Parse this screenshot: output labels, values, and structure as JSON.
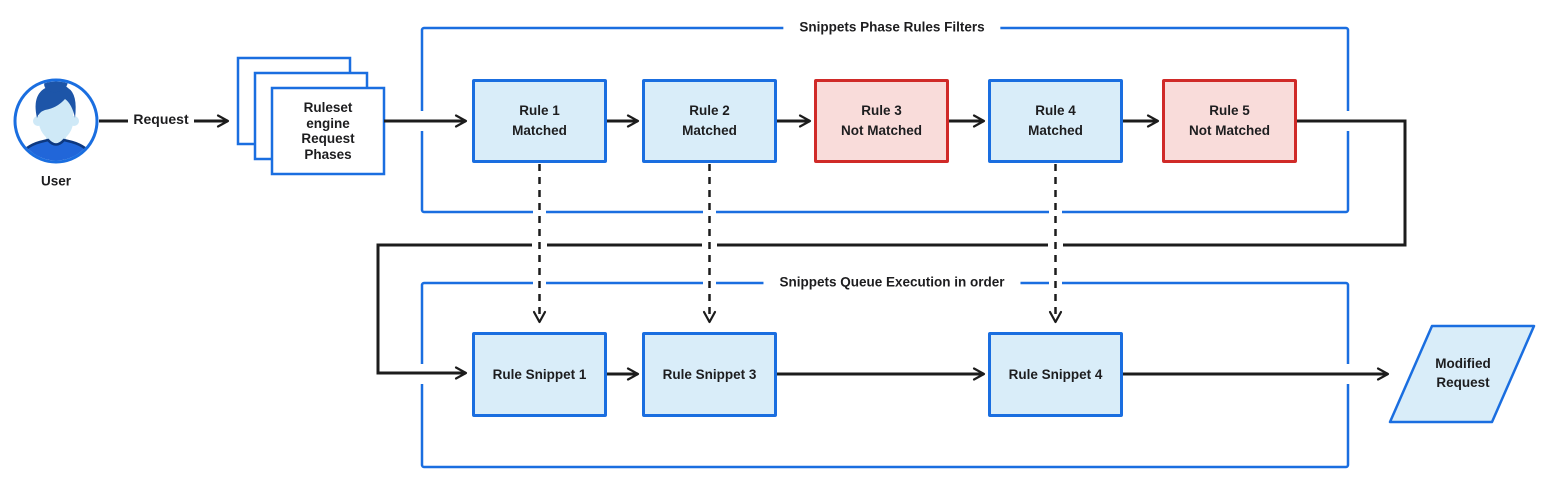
{
  "diagram": {
    "user": {
      "label": "User"
    },
    "request": {
      "label": "Request"
    },
    "ruleset": {
      "label": "Ruleset\nengine\nRequest\nPhases"
    },
    "filters_container": {
      "title": "Snippets Phase Rules Filters"
    },
    "queue_container": {
      "title": "Snippets Queue Execution in order"
    },
    "rules": [
      {
        "label": "Rule 1\nMatched",
        "status": "matched"
      },
      {
        "label": "Rule 2\nMatched",
        "status": "matched"
      },
      {
        "label": "Rule 3\nNot Matched",
        "status": "not_matched"
      },
      {
        "label": "Rule 4\nMatched",
        "status": "matched"
      },
      {
        "label": "Rule 5\nNot Matched",
        "status": "not_matched"
      }
    ],
    "snippets": [
      {
        "label": "Rule Snippet 1"
      },
      {
        "label": "Rule Snippet 3"
      },
      {
        "label": "Rule Snippet 4"
      }
    ],
    "output": {
      "label": "Modified\nRequest"
    },
    "colors": {
      "blue_border": "#1a6ee0",
      "blue_fill": "#d9edf9",
      "red_border": "#d02a28",
      "red_fill": "#f9dcda",
      "line": "#1c1c1c",
      "text": "#1d1d1f",
      "avatar_hair": "#1d55a8",
      "avatar_skin": "#cfe9f7",
      "avatar_shirt": "#2166d9",
      "avatar_collar": "#0d3880"
    }
  }
}
